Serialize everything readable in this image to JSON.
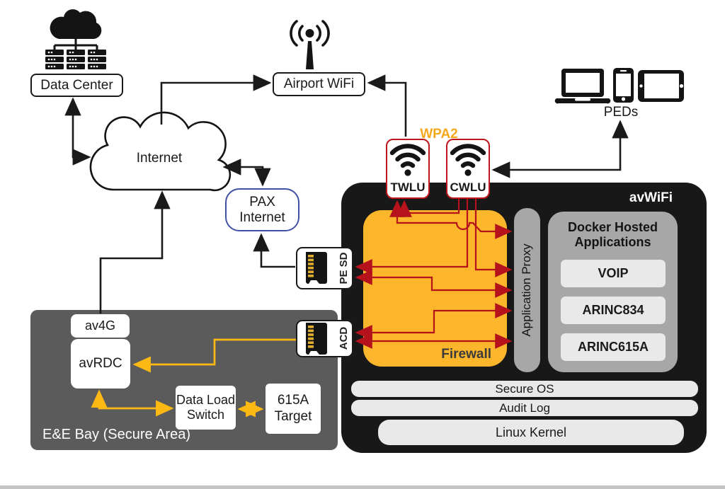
{
  "title": "avWiFi aircraft network security architecture diagram",
  "labels": {
    "data_center": "Data Center",
    "internet": "Internet",
    "airport_wifi": "Airport WiFi",
    "peds": "PEDs",
    "wpa2": "WPA2",
    "twlu": "TWLU",
    "cwlu": "CWLU",
    "pax_internet": "PAX Internet",
    "avwifi": "avWiFi",
    "firewall": "Firewall",
    "application_proxy": "Application Proxy",
    "docker_hosted": "Docker Hosted Applications",
    "voip": "VOIP",
    "arinc834": "ARINC834",
    "arinc615a": "ARINC615A",
    "secure_os": "Secure OS",
    "audit_log": "Audit Log",
    "linux_kernel": "Linux Kernel",
    "pe_sd": "PE SD",
    "acd": "ACD",
    "av4g": "av4G",
    "avrdc": "avRDC",
    "data_load_switch": "Data Load Switch",
    "target_615a": "615A Target",
    "ee_bay": "E&E Bay (Secure Area)"
  },
  "colors": {
    "line_black": "#1a1a1a",
    "wire_red": "#b5121b",
    "red_border": "#c0151c",
    "wire_yellow": "#fdb913",
    "wpa2_orange": "#f5a81c",
    "firewall_yellow": "#fbb62b",
    "pax_blue": "#3f51a3",
    "avwifi_bg": "#181818",
    "ee_bay_bg": "#5b5b5b",
    "panel_gray": "#a7a7a7",
    "panel_light": "#e9e9e9",
    "sd_gold": "#e0ae2f"
  },
  "connections": [
    {
      "from": "Data Center",
      "to": "Internet",
      "color": "black",
      "bidirectional": true
    },
    {
      "from": "Internet",
      "to": "Airport WiFi",
      "color": "black",
      "bidirectional": false
    },
    {
      "from": "TWLU",
      "to": "Airport WiFi",
      "color": "black",
      "bidirectional": false
    },
    {
      "from": "Internet",
      "to": "PAX Internet",
      "color": "black",
      "bidirectional": true
    },
    {
      "from": "PEDs",
      "to": "CWLU",
      "color": "black",
      "bidirectional": true
    },
    {
      "from": "av4G",
      "to": "Internet",
      "color": "black",
      "bidirectional": false
    },
    {
      "from": "PE SD",
      "to": "PAX Internet",
      "color": "black",
      "bidirectional": false
    },
    {
      "from": "CWLU",
      "to": "TWLU",
      "color": "red",
      "bidirectional": false
    },
    {
      "from": "Application Proxy",
      "to": "TWLU",
      "color": "red",
      "bidirectional": true
    },
    {
      "from": "CWLU",
      "to": "PE SD",
      "color": "red",
      "bidirectional": false
    },
    {
      "from": "CWLU",
      "to": "Application Proxy",
      "color": "red",
      "bidirectional": false
    },
    {
      "from": "Application Proxy",
      "to": "PE SD",
      "color": "red",
      "bidirectional": true
    },
    {
      "from": "Application Proxy",
      "to": "ACD",
      "color": "red",
      "bidirectional": true
    },
    {
      "from": "Application Proxy",
      "to": "ACD",
      "color": "red",
      "bidirectional": true
    },
    {
      "from": "ACD",
      "to": "avRDC",
      "color": "yellow",
      "bidirectional": false
    },
    {
      "from": "avRDC",
      "to": "Data Load Switch",
      "color": "yellow",
      "bidirectional": true
    },
    {
      "from": "Data Load Switch",
      "to": "615A Target",
      "color": "yellow",
      "bidirectional": true
    }
  ]
}
